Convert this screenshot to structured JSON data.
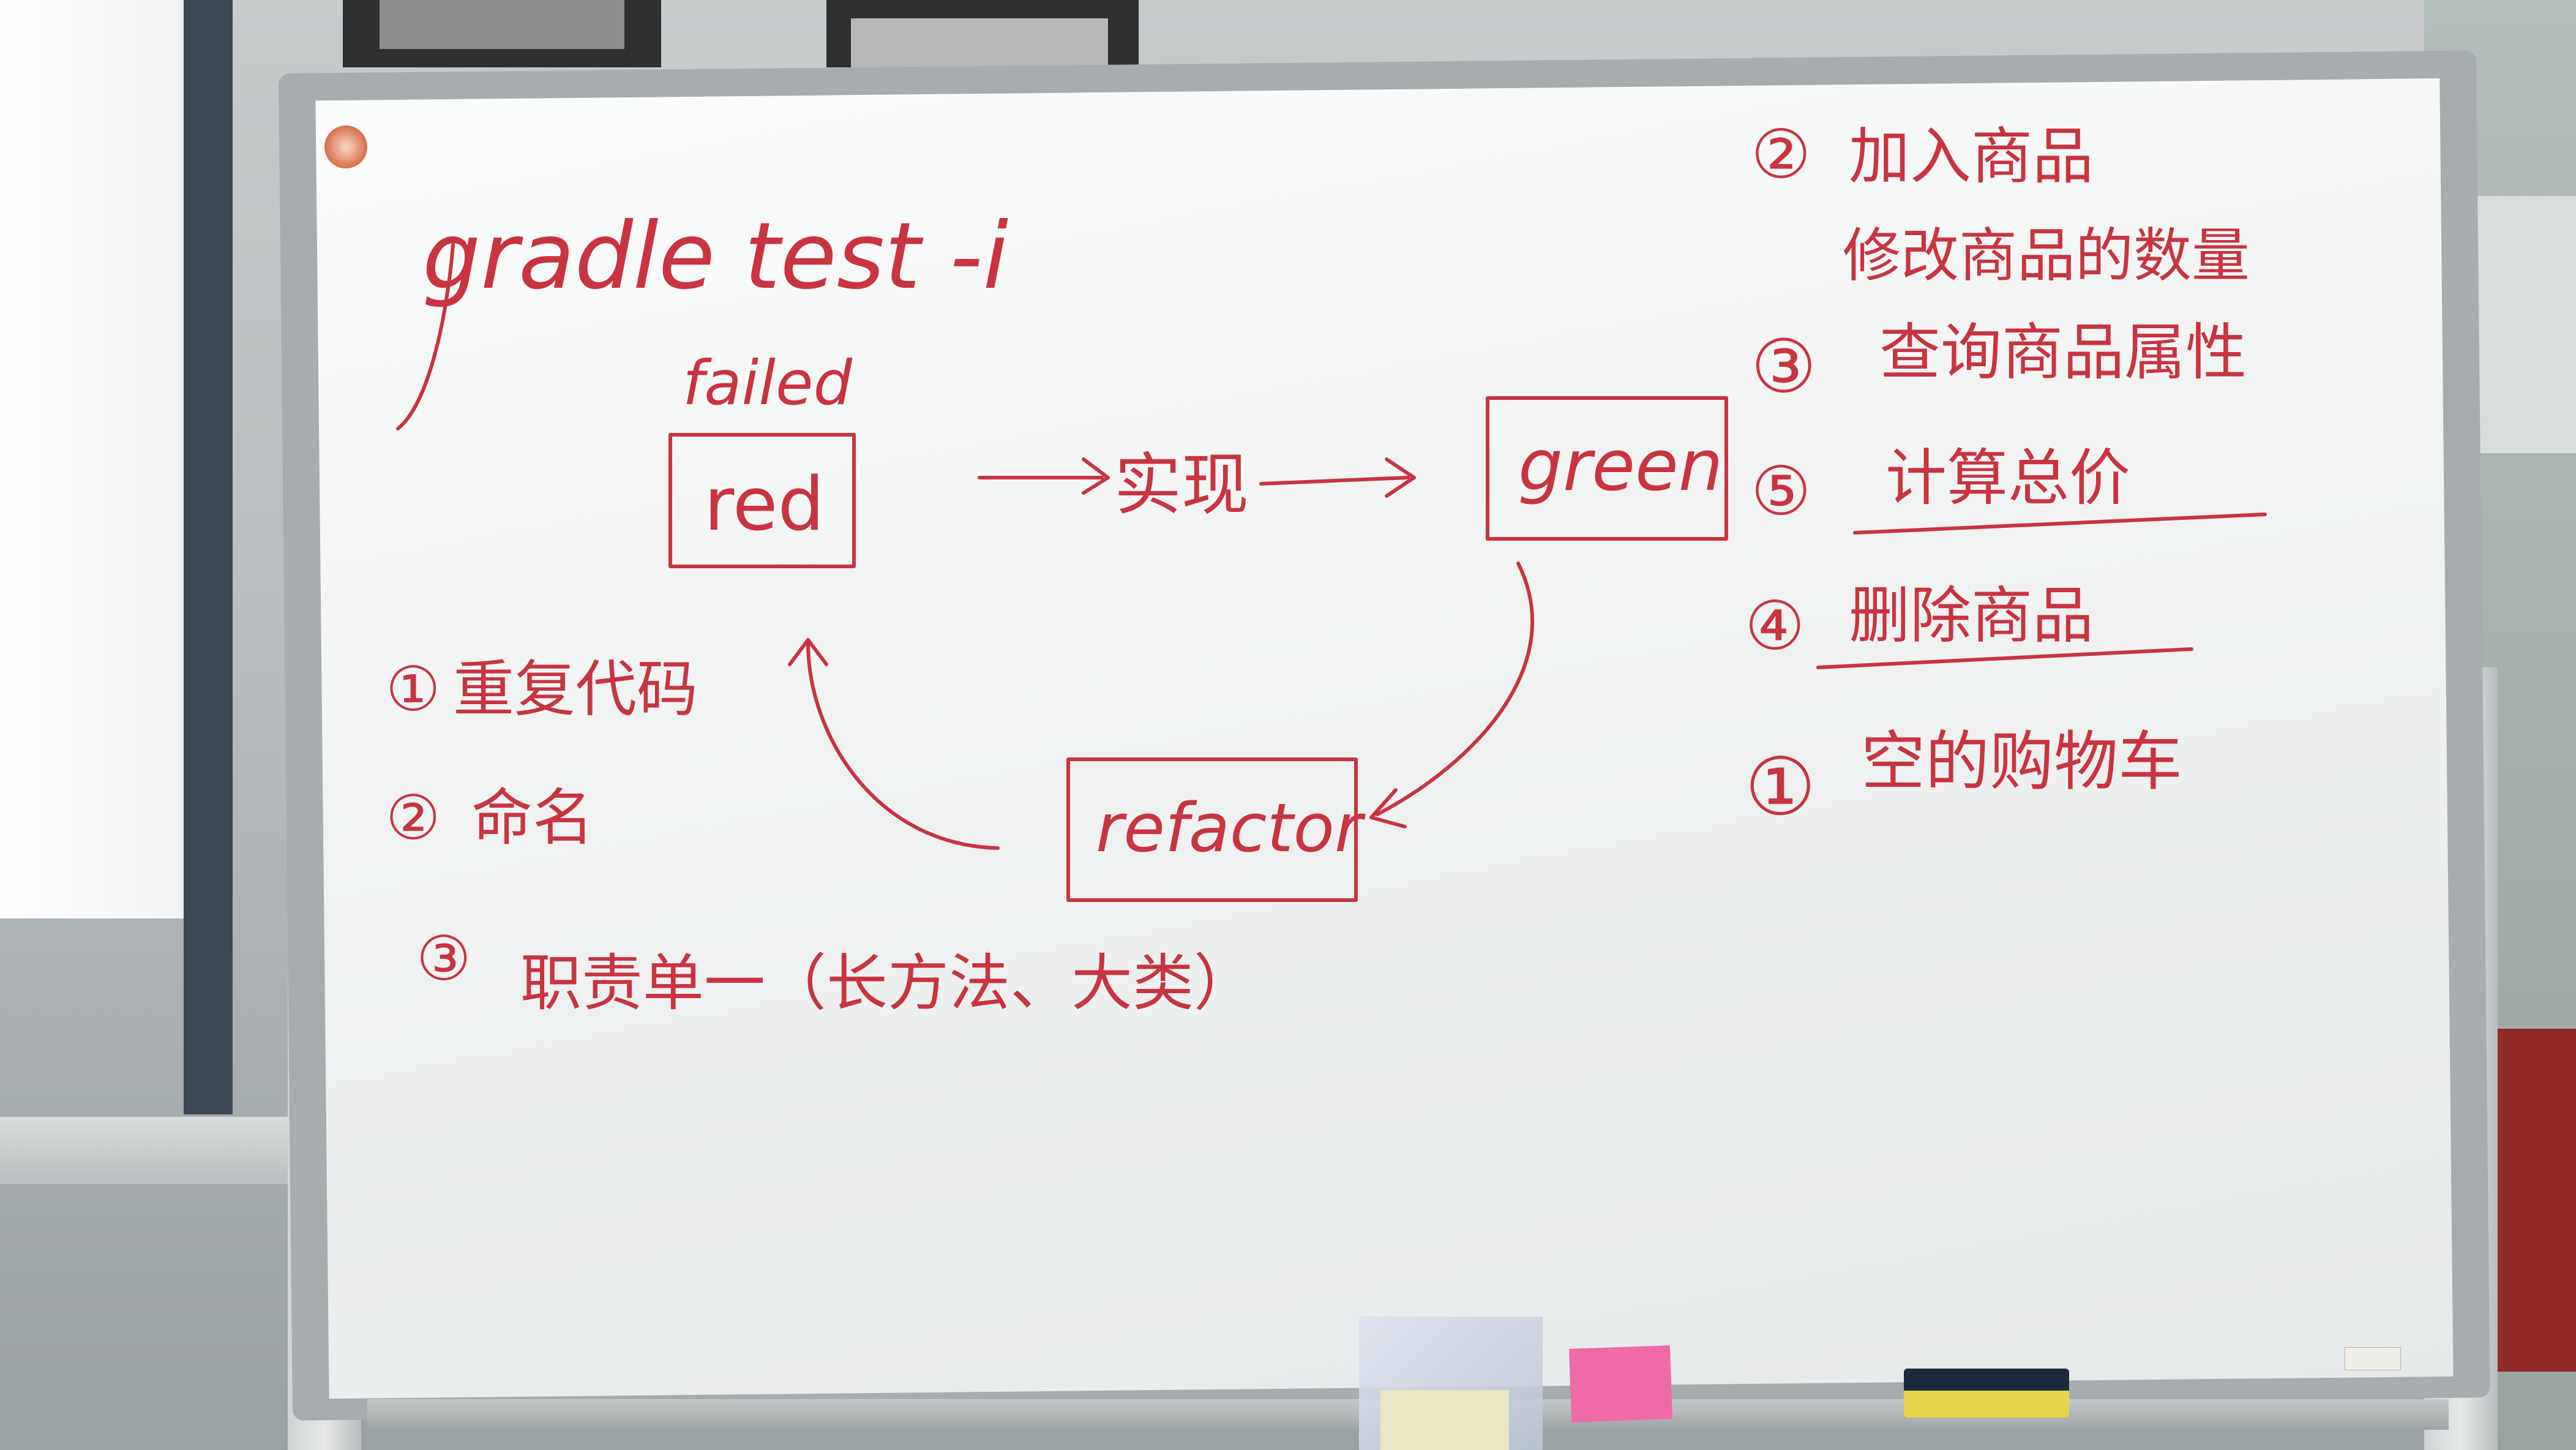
{
  "whiteboard": {
    "command": "gradle test -i",
    "cycle": {
      "failed_label": "failed",
      "red_label": "red",
      "implement_label": "实现",
      "green_label": "green",
      "refactor_label": "refactor"
    },
    "refactor_notes": [
      {
        "marker": "①",
        "text": "重复代码"
      },
      {
        "marker": "②",
        "text": "命名"
      },
      {
        "marker": "③",
        "text": "职责单一（长方法、大类）"
      }
    ],
    "tasks": [
      {
        "marker": "②",
        "text": "加入商品"
      },
      {
        "marker": "",
        "text": "修改商品的数量"
      },
      {
        "marker": "③",
        "text": "查询商品属性"
      },
      {
        "marker": "⑤",
        "text": "计算总价"
      },
      {
        "marker": "④",
        "text": "删除商品"
      },
      {
        "marker": "①",
        "text": "空的购物车"
      }
    ]
  },
  "colors": {
    "ink": "#c9343f",
    "board": "#f4f6f6",
    "frame": "#a7adae"
  }
}
